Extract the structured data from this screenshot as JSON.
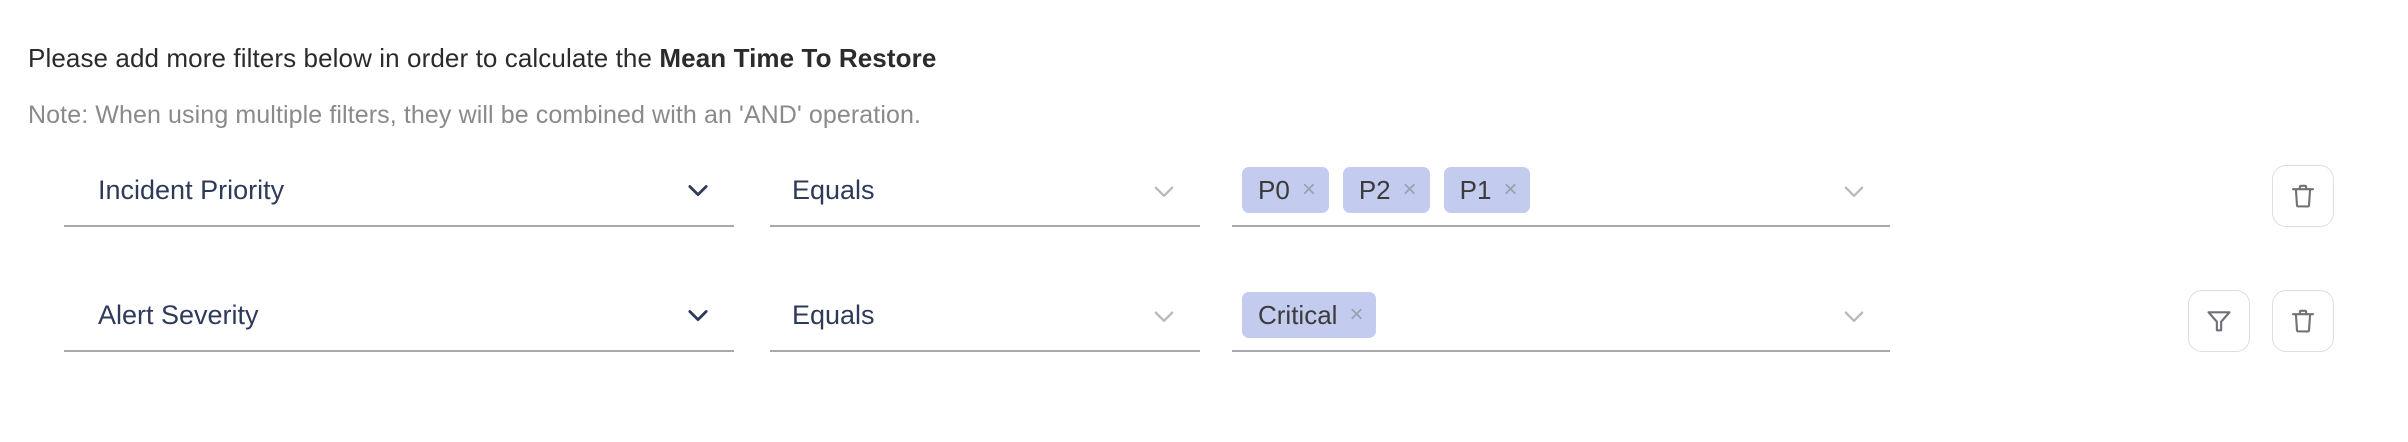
{
  "header": {
    "instruction_prefix": "Please add more filters below in order to calculate the ",
    "instruction_metric": "Mean Time To Restore",
    "note": "Note: When using multiple filters, they will be combined with an 'AND' operation."
  },
  "colors": {
    "tag_background": "#c3cbef",
    "field_text": "#2e3a59",
    "underline": "#a7a9ad",
    "note_text": "#8a8a8a",
    "icon_stroke": "#6f7277"
  },
  "filter_rows": [
    {
      "attribute": "Incident Priority",
      "operator": "Equals",
      "values": [
        "P0",
        "P2",
        "P1"
      ],
      "remove_tag_label": "×",
      "attribute_icon": "chevron-down-icon",
      "operator_icon": "chevron-down-icon",
      "value_icon": "chevron-down-icon",
      "actions": [
        {
          "name": "delete-filter-button",
          "icon": "trash-icon"
        }
      ]
    },
    {
      "attribute": "Alert Severity",
      "operator": "Equals",
      "values": [
        "Critical"
      ],
      "remove_tag_label": "×",
      "attribute_icon": "chevron-down-icon",
      "operator_icon": "chevron-down-icon",
      "value_icon": "chevron-down-icon",
      "actions": [
        {
          "name": "add-filter-button",
          "icon": "funnel-icon"
        },
        {
          "name": "delete-filter-button",
          "icon": "trash-icon"
        }
      ]
    }
  ]
}
